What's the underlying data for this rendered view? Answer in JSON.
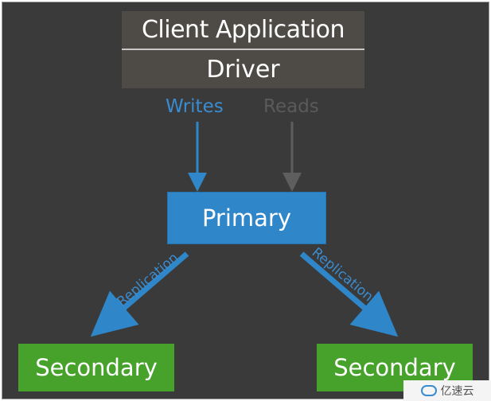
{
  "client": {
    "title": "Client Application",
    "driver": "Driver"
  },
  "flows": {
    "writes": "Writes",
    "reads": "Reads",
    "replication_left": "Replication",
    "replication_right": "Replication"
  },
  "nodes": {
    "primary": "Primary",
    "secondary_left": "Secondary",
    "secondary_right": "Secondary"
  },
  "watermark": {
    "text": "亿速云",
    "icon": "cloud-logo-icon"
  },
  "colors": {
    "background": "#3a3a3a",
    "client_box": "#4e4b47",
    "primary": "#2f86c8",
    "secondary": "#46a22a",
    "writes": "#3a8cd0",
    "reads": "#5a5a5a"
  }
}
